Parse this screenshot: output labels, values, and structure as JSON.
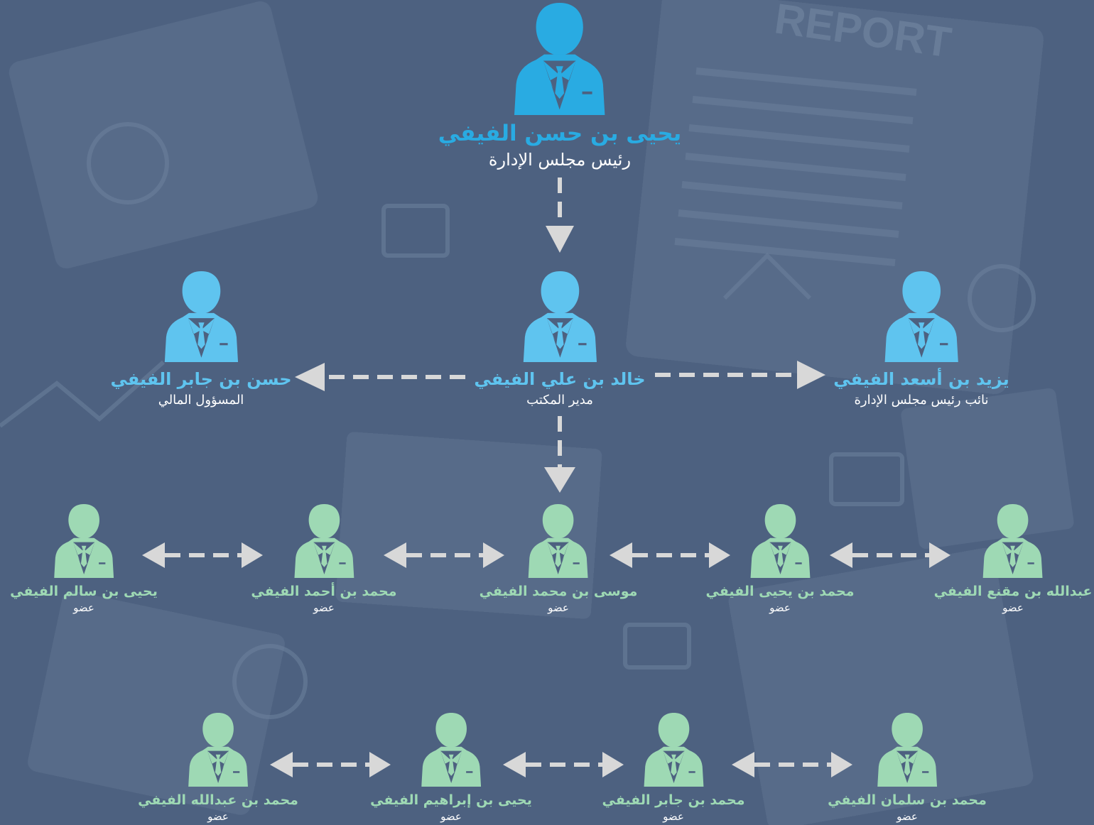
{
  "colors": {
    "background": "#4d6180",
    "top": "#29abe2",
    "level1": "#5fc4ef",
    "member": "#9ed9b4",
    "connector": "#d8d8d8",
    "text": "#ffffff"
  },
  "chairman": {
    "name": "يحيى بن حسن الفيفي",
    "title": "رئيس مجلس الإدارة",
    "icon": "businessman-icon"
  },
  "office_manager": {
    "name": "خالد بن علي الفيفي",
    "title": "مدير المكتب",
    "icon": "businessman-icon"
  },
  "finance_officer": {
    "name": "حسن بن جابر الفيفي",
    "title": "المسؤول المالي",
    "icon": "businessman-icon"
  },
  "vice_chairman": {
    "name": "يزيد بن أسعد الفيفي",
    "title": "نائب رئيس مجلس الإدارة",
    "icon": "businessman-icon"
  },
  "members_row1": [
    {
      "name": "عبدالله بن مقنع الفيفي",
      "title": "عضو"
    },
    {
      "name": "محمد بن يحيى الفيفي",
      "title": "عضو"
    },
    {
      "name": "موسى بن محمد الفيفي",
      "title": "عضو"
    },
    {
      "name": "محمد بن أحمد الفيفي",
      "title": "عضو"
    },
    {
      "name": "يحيى بن سالم الفيفي",
      "title": "عضو"
    }
  ],
  "members_row2": [
    {
      "name": "محمد بن سلمان الفيفي",
      "title": "عضو"
    },
    {
      "name": "محمد بن جابر الفيفي",
      "title": "عضو"
    },
    {
      "name": "يحيى بن إبراهيم الفيفي",
      "title": "عضو"
    },
    {
      "name": "محمد بن عبدالله الفيفي",
      "title": "عضو"
    }
  ],
  "background_watermark": "REPORT"
}
